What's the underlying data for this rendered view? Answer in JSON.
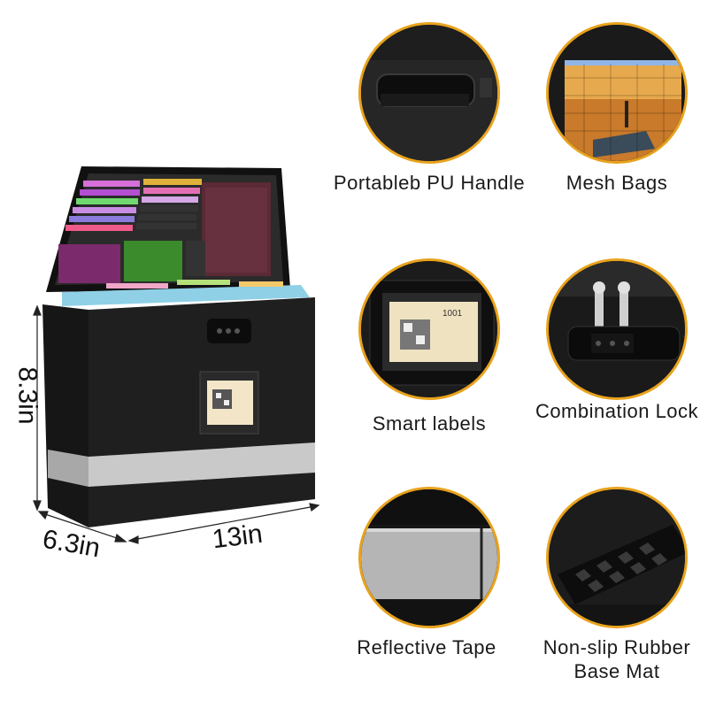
{
  "product": {
    "dimensions": {
      "height": "8.3in",
      "depth": "6.3in",
      "width": "13in"
    },
    "qr_label_number": "1001"
  },
  "features": [
    {
      "label": "Portableb PU Handle",
      "icon": "handle-closeup"
    },
    {
      "label": "Mesh Bags",
      "icon": "mesh-bag-closeup"
    },
    {
      "label": "Smart labels",
      "icon": "smart-label-closeup"
    },
    {
      "label": "Combination Lock",
      "icon": "combination-lock-closeup"
    },
    {
      "label": "Reflective Tape",
      "icon": "reflective-tape-closeup"
    },
    {
      "label": "Non-slip Rubber Base Mat",
      "icon": "rubber-base-closeup"
    }
  ],
  "colors": {
    "accent_ring": "#e8a21c",
    "box_body": "#1a1a1a",
    "reflective_strip": "#c9c9c9"
  }
}
